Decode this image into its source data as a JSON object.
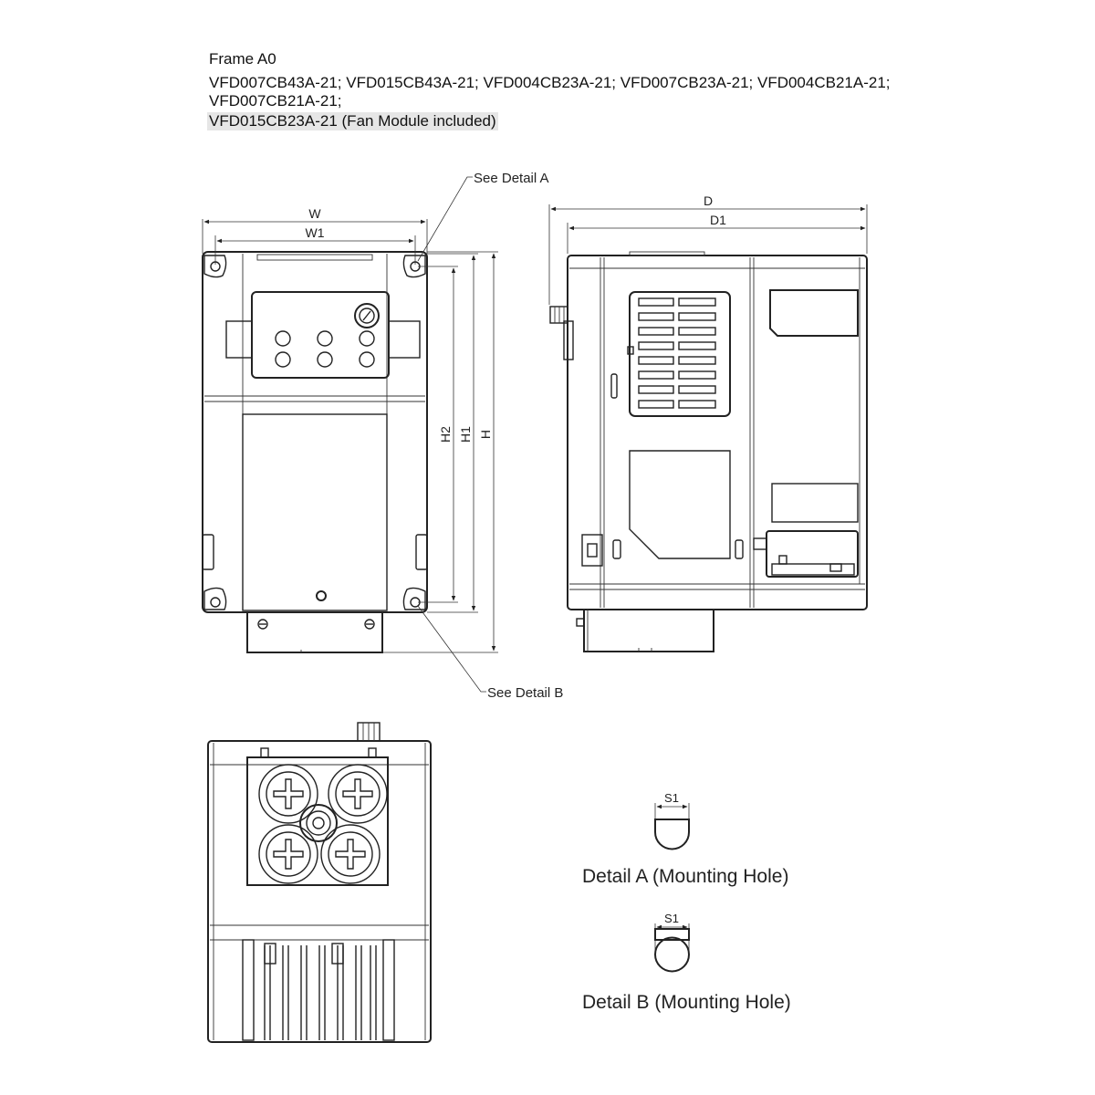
{
  "header": {
    "frame_title": "Frame A0",
    "models_line1": "VFD007CB43A-21; VFD015CB43A-21; VFD004CB23A-21; VFD007CB23A-21; VFD004CB21A-21;",
    "models_line2": "VFD007CB21A-21;",
    "models_line3": "VFD015CB23A-21 (Fan Module included)"
  },
  "front_view": {
    "callout_top": "See Detail A",
    "callout_bottom": "See Detail B",
    "dim_w": "W",
    "dim_w1": "W1",
    "dim_h2": "H2",
    "dim_h1": "H1",
    "dim_h": "H"
  },
  "side_view": {
    "dim_d": "D",
    "dim_d1": "D1"
  },
  "details": {
    "detail_a_dim": "S1",
    "detail_a_caption": "Detail A (Mounting Hole)",
    "detail_b_dim": "S1",
    "detail_b_caption": "Detail B (Mounting Hole)"
  }
}
